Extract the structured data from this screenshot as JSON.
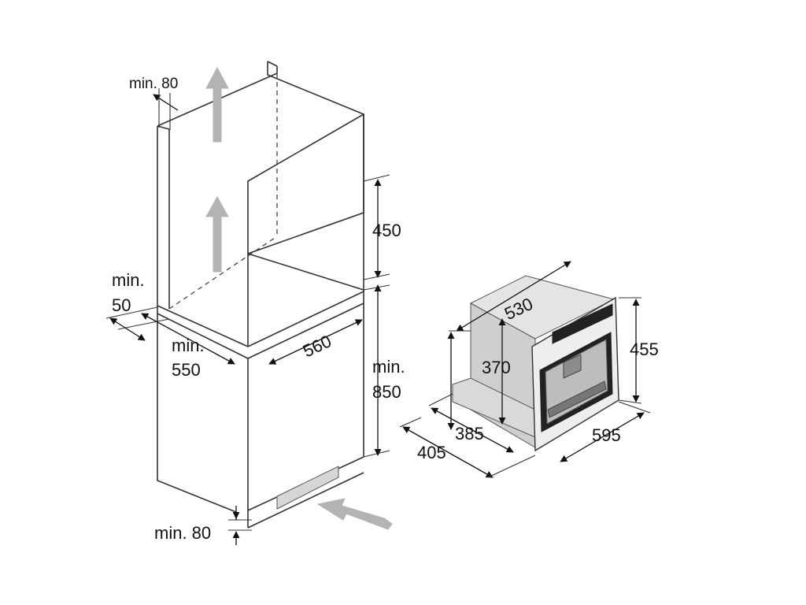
{
  "cabinet": {
    "dims": {
      "top_gap": "min. 80",
      "niche_height": "450",
      "rear_gap_a": "min.",
      "rear_gap_b": "50",
      "depth_a": "min.",
      "depth_b": "550",
      "width": "560",
      "base_height_a": "min.",
      "base_height_b": "850",
      "plinth_gap": "min. 80"
    }
  },
  "appliance": {
    "dims": {
      "depth": "530",
      "height_body": "370",
      "height_front": "455",
      "depth_body": "385",
      "depth_total": "405",
      "width_front": "595"
    }
  },
  "colors": {
    "lines": "#333333",
    "airflow_arrows": "#b3b3b3",
    "display": "#222222"
  }
}
